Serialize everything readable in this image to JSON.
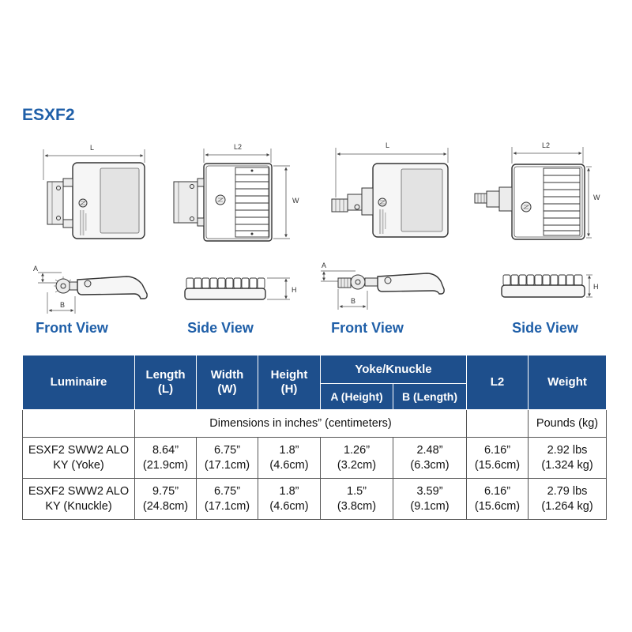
{
  "colors": {
    "accent": "#1f5fa8",
    "header_bg": "#1e4f8c",
    "line": "#444444"
  },
  "title": "ESXF2",
  "drawings": {
    "top_yoke": {
      "length_label": "L"
    },
    "top_yoke_back": {
      "length_label": "L2",
      "width_label": "W"
    },
    "top_knuckle": {
      "length_label": "L"
    },
    "top_knuckle_back": {
      "length_label": "L2",
      "width_label": "W"
    },
    "front_yoke": {
      "a_label": "A",
      "b_label": "B"
    },
    "side_yoke": {
      "h_label": "H"
    },
    "front_knuckle": {
      "a_label": "A",
      "b_label": "B"
    },
    "side_knuckle": {
      "h_label": "H"
    }
  },
  "view_labels": [
    "Front View",
    "Side View",
    "Front View",
    "Side View"
  ],
  "table": {
    "headers": {
      "luminaire": "Luminaire",
      "length": [
        "Length",
        "(L)"
      ],
      "width": [
        "Width",
        "(W)"
      ],
      "height": [
        "Height",
        "(H)"
      ],
      "yoke_knuckle": "Yoke/Knuckle",
      "a_height": "A (Height)",
      "b_length": "B (Length)",
      "l2": "L2",
      "weight": "Weight"
    },
    "units": {
      "dimensions": "Dimensions in inches” (centimeters)",
      "weight": "Pounds (kg)"
    },
    "rows": [
      {
        "luminaire": [
          "ESXF2 SWW2 ALO",
          "KY (Yoke)"
        ],
        "length": [
          "8.64”",
          "(21.9cm)"
        ],
        "width": [
          "6.75”",
          "(17.1cm)"
        ],
        "height": [
          "1.8”",
          "(4.6cm)"
        ],
        "a_height": [
          "1.26”",
          "(3.2cm)"
        ],
        "b_length": [
          "2.48”",
          "(6.3cm)"
        ],
        "l2": [
          "6.16”",
          "(15.6cm)"
        ],
        "weight": [
          "2.92 lbs",
          "(1.324 kg)"
        ]
      },
      {
        "luminaire": [
          "ESXF2 SWW2 ALO",
          "KY (Knuckle)"
        ],
        "length": [
          "9.75”",
          "(24.8cm)"
        ],
        "width": [
          "6.75”",
          "(17.1cm)"
        ],
        "height": [
          "1.8”",
          "(4.6cm)"
        ],
        "a_height": [
          "1.5”",
          "(3.8cm)"
        ],
        "b_length": [
          "3.59”",
          "(9.1cm)"
        ],
        "l2": [
          "6.16”",
          "(15.6cm)"
        ],
        "weight": [
          "2.79 lbs",
          "(1.264 kg)"
        ]
      }
    ]
  }
}
